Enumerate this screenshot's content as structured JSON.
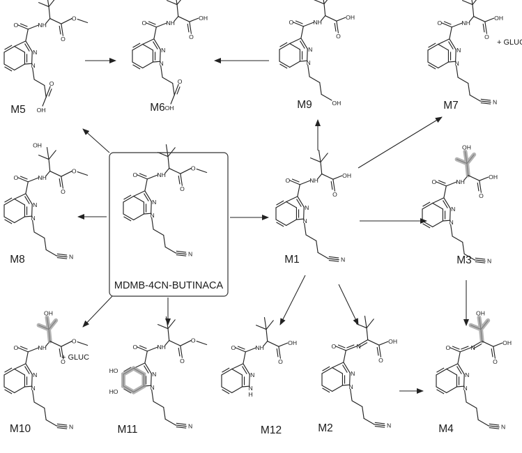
{
  "parent": {
    "id": "parent",
    "label": "MDMB-4CN-BUTINACA"
  },
  "metabolites": [
    {
      "id": "M5",
      "label": "M5"
    },
    {
      "id": "M6",
      "label": "M6"
    },
    {
      "id": "M9",
      "label": "M9"
    },
    {
      "id": "M7",
      "label": "M7"
    },
    {
      "id": "M8",
      "label": "M8"
    },
    {
      "id": "M1",
      "label": "M1"
    },
    {
      "id": "M3",
      "label": "M3"
    },
    {
      "id": "M10",
      "label": "M10"
    },
    {
      "id": "M11",
      "label": "M11"
    },
    {
      "id": "M12",
      "label": "M12"
    },
    {
      "id": "M2",
      "label": "M2"
    },
    {
      "id": "M4",
      "label": "M4"
    }
  ],
  "atom_labels": {
    "nh": "NH",
    "n": "N",
    "o": "O",
    "oh": "OH",
    "ho": "HO",
    "nitrile_n": "N",
    "indazole_nh": "H"
  },
  "annotations": {
    "glucuronide": "+ GLUC"
  },
  "pathways": [
    {
      "from": "parent",
      "to": "M5"
    },
    {
      "from": "parent",
      "to": "M8"
    },
    {
      "from": "parent",
      "to": "M10"
    },
    {
      "from": "parent",
      "to": "M11"
    },
    {
      "from": "parent",
      "to": "M1"
    },
    {
      "from": "M5",
      "to": "M6"
    },
    {
      "from": "M9",
      "to": "M6"
    },
    {
      "from": "M1",
      "to": "M9"
    },
    {
      "from": "M1",
      "to": "M7"
    },
    {
      "from": "M1",
      "to": "M3"
    },
    {
      "from": "M1",
      "to": "M12"
    },
    {
      "from": "M1",
      "to": "M2"
    },
    {
      "from": "M3",
      "to": "M4"
    },
    {
      "from": "M2",
      "to": "M4"
    }
  ]
}
